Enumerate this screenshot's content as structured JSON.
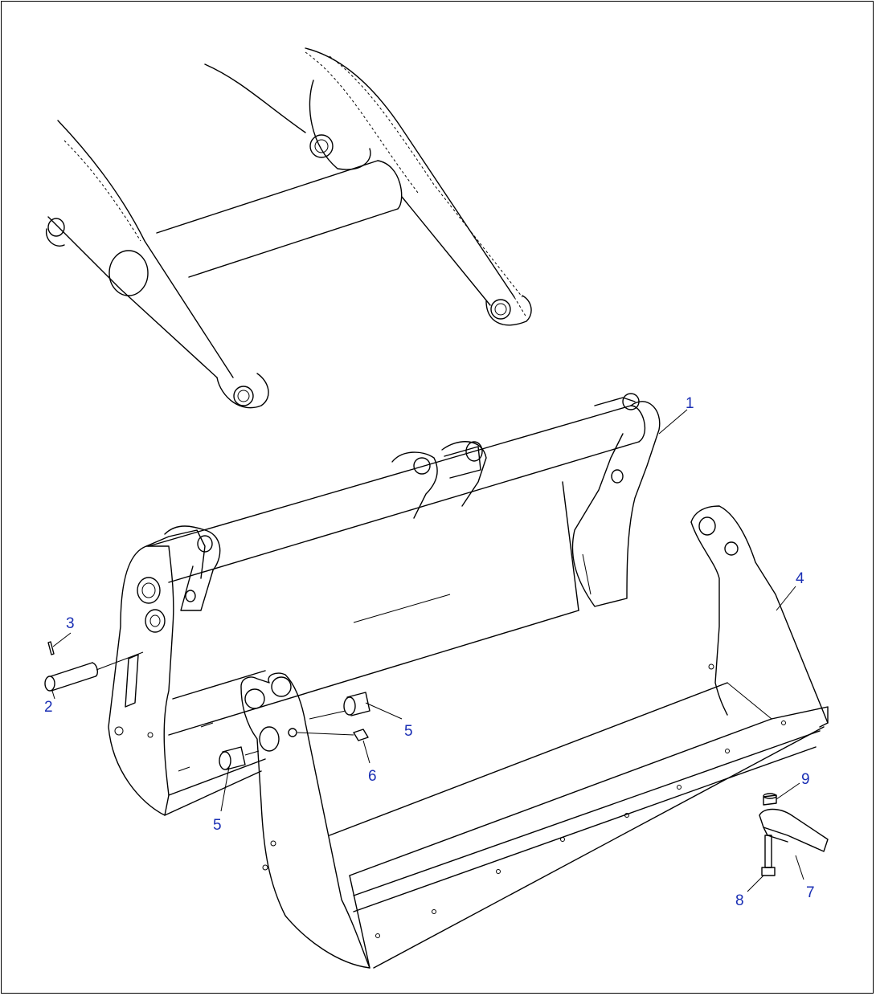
{
  "callouts": [
    {
      "id": "1",
      "label": "1"
    },
    {
      "id": "2",
      "label": "2"
    },
    {
      "id": "3",
      "label": "3"
    },
    {
      "id": "4",
      "label": "4"
    },
    {
      "id": "5a",
      "label": "5"
    },
    {
      "id": "5b",
      "label": "5"
    },
    {
      "id": "6",
      "label": "6"
    },
    {
      "id": "7",
      "label": "7"
    },
    {
      "id": "8",
      "label": "8"
    },
    {
      "id": "9",
      "label": "9"
    }
  ],
  "colors": {
    "callout": "#1a2fb4",
    "line": "#000000",
    "background": "#ffffff"
  }
}
